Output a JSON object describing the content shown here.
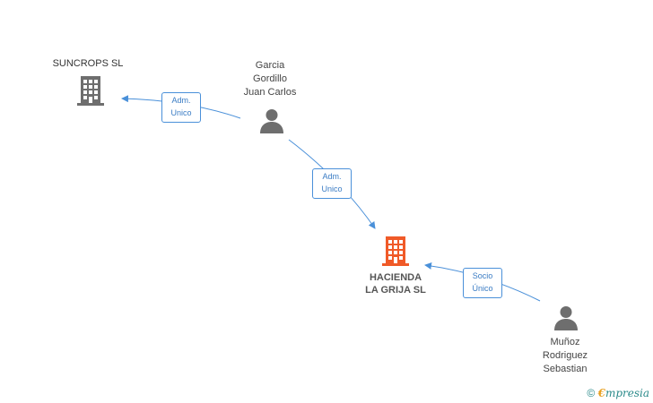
{
  "nodes": {
    "suncrops": {
      "name": "SUNCROPS SL",
      "color": "#6e6e6e"
    },
    "garcia": {
      "lines": [
        "Garcia",
        "Gordillo",
        "Juan Carlos"
      ],
      "color": "#6e6e6e"
    },
    "hacienda": {
      "lines": [
        "HACIENDA",
        "LA GRIJA SL"
      ],
      "color": "#f05a28"
    },
    "munoz": {
      "lines": [
        "Muñoz",
        "Rodriguez",
        "Sebastian"
      ],
      "color": "#6e6e6e"
    }
  },
  "edges": {
    "garcia_suncrops": [
      "Adm.",
      "Unico"
    ],
    "garcia_hacienda": [
      "Adm.",
      "Unico"
    ],
    "munoz_hacienda": [
      "Socio",
      "Único"
    ]
  },
  "colors": {
    "edge": "#4a90d9"
  },
  "footer": {
    "copyright": "©",
    "brand_e": "€",
    "brand_rest": "mpresia"
  }
}
